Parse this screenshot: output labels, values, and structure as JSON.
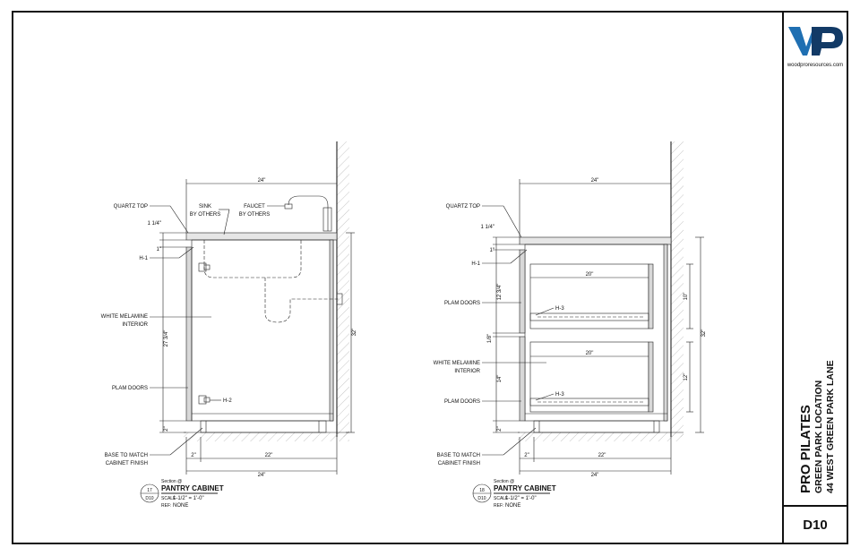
{
  "titleblock": {
    "logo_letters": "WP",
    "website": "woodproresources.com",
    "project_name": "PRO PILATES",
    "location": "GREEN PARK LOCATION",
    "address": "44 WEST GREEN PARK LANE",
    "sheet_number": "D10",
    "colors": {
      "logo_blue": "#1f6fb2",
      "logo_dark": "#123a66"
    }
  },
  "drawings": [
    {
      "callouts": {
        "quartz_top": "QUARTZ TOP",
        "sink": "SINK",
        "sink_by": "BY OTHERS",
        "faucet": "FAUCET",
        "faucet_by": "BY OTHERS",
        "h1": "H-1",
        "white_melamine_1": "WHITE MELAMINE",
        "white_melamine_2": "INTERIOR",
        "plam_doors": "PLAM DOORS",
        "h2": "H-2",
        "base_1": "BASE TO MATCH",
        "base_2": "CABINET FINISH"
      },
      "dims": {
        "top_width": "24\"",
        "top_thk": "1 1/4\"",
        "gap": "1\"",
        "door_h": "27 3/4\"",
        "base_h": "2\"",
        "overall_h": "32\"",
        "base_w": "2\"",
        "mid_w": "22\"",
        "bot_w": "24\""
      },
      "tag": {
        "number": "17",
        "sheet": "D10",
        "section": "Section @",
        "title": "PANTRY CABINET",
        "scale_label": "SCALE",
        "scale": "1-1/2\" = 1'-0\"",
        "ref_label": "REF:",
        "ref": "NONE"
      }
    },
    {
      "callouts": {
        "quartz_top": "QUARTZ TOP",
        "h1": "H-1",
        "plam_doors_top": "PLAM DOORS",
        "h3_top": "H-3",
        "white_melamine_1": "WHITE MELAMINE",
        "white_melamine_2": "INTERIOR",
        "plam_doors_bot": "PLAM DOORS",
        "h3_bot": "H-3",
        "base_1": "BASE TO MATCH",
        "base_2": "CABINET FINISH"
      },
      "dims": {
        "top_width": "24\"",
        "top_thk": "1 1/4\"",
        "gap": "1\"",
        "drawer_top": "12 3/4\"",
        "reveal": "1/8\"",
        "drawer_bot": "14\"",
        "base_h": "2\"",
        "inner_top": "20\"",
        "inner_bot": "20\"",
        "right_top": "10\"",
        "right_bot": "12\"",
        "overall_h": "32\"",
        "base_w": "2\"",
        "mid_w": "22\"",
        "bot_w": "24\""
      },
      "tag": {
        "number": "18",
        "sheet": "D10",
        "section": "Section @",
        "title": "PANTRY CABINET",
        "scale_label": "SCALE",
        "scale": "1-1/2\" = 1'-0\"",
        "ref_label": "REF:",
        "ref": "NONE"
      }
    }
  ]
}
